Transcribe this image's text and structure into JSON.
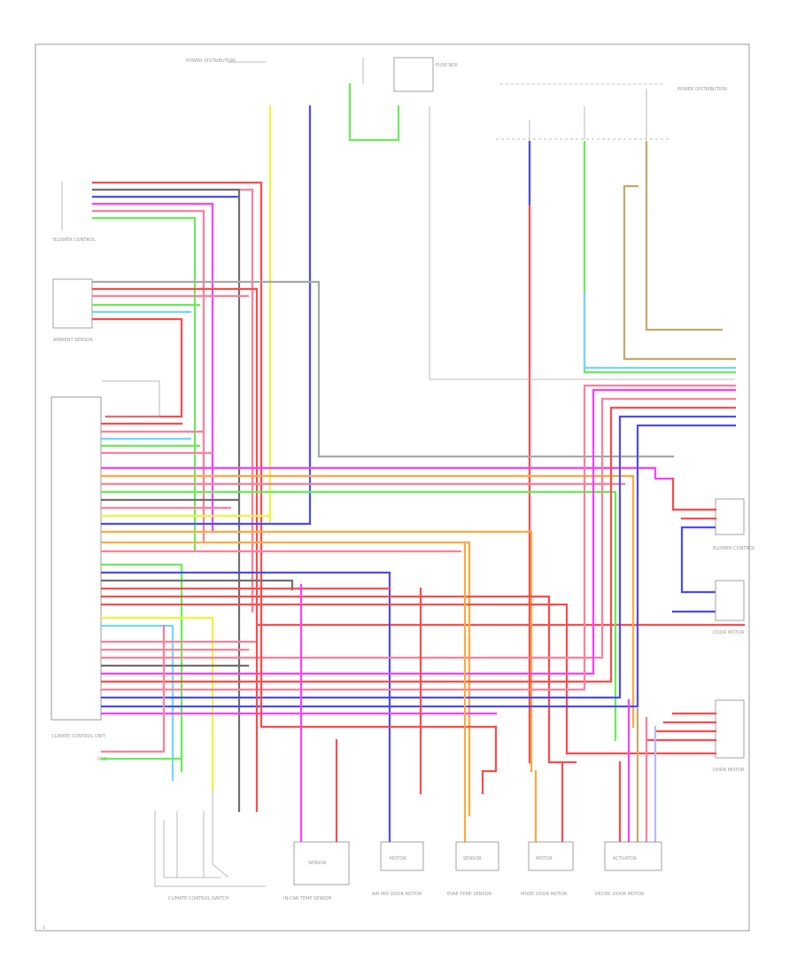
{
  "colors": {
    "red": "#ff4a4a",
    "pink": "#ff7f9a",
    "magenta": "#ff3cff",
    "blue": "#4a4aff",
    "lightblue": "#6fd6ff",
    "green": "#66ee55",
    "yellow": "#f2f23a",
    "orange": "#ffa840",
    "grey": "#707070",
    "tan": "#c8a868",
    "lilac": "#b8b8ff"
  },
  "components": {
    "left_module": "CLIMATE CONTROL UNIT",
    "power_source": "POWER DISTRIBUTION",
    "fuse_box": "FUSE BOX",
    "ground": "GND",
    "blower_ctrl": "BLOWER CONTROL",
    "ambient_sensor": "AMBIENT SENSOR",
    "door_motor": "DOOR MOTOR",
    "bottom_1": "SENSOR",
    "bottom_2": "MOTOR",
    "bottom_3": "SENSOR",
    "bottom_4": "MOTOR",
    "bottom_5": "ACTUATOR",
    "bottom_1_label": "IN-CAR TEMP SENSOR",
    "bottom_2_label": "AIR MIX DOOR MOTOR",
    "bottom_3_label": "EVAP TEMP SENSOR",
    "bottom_4_label": "MODE DOOR MOTOR",
    "bottom_5_label": "RECIRC DOOR MOTOR",
    "left_bottom_label": "CLIMATE CONTROL SWITCH"
  },
  "page_number": "1"
}
